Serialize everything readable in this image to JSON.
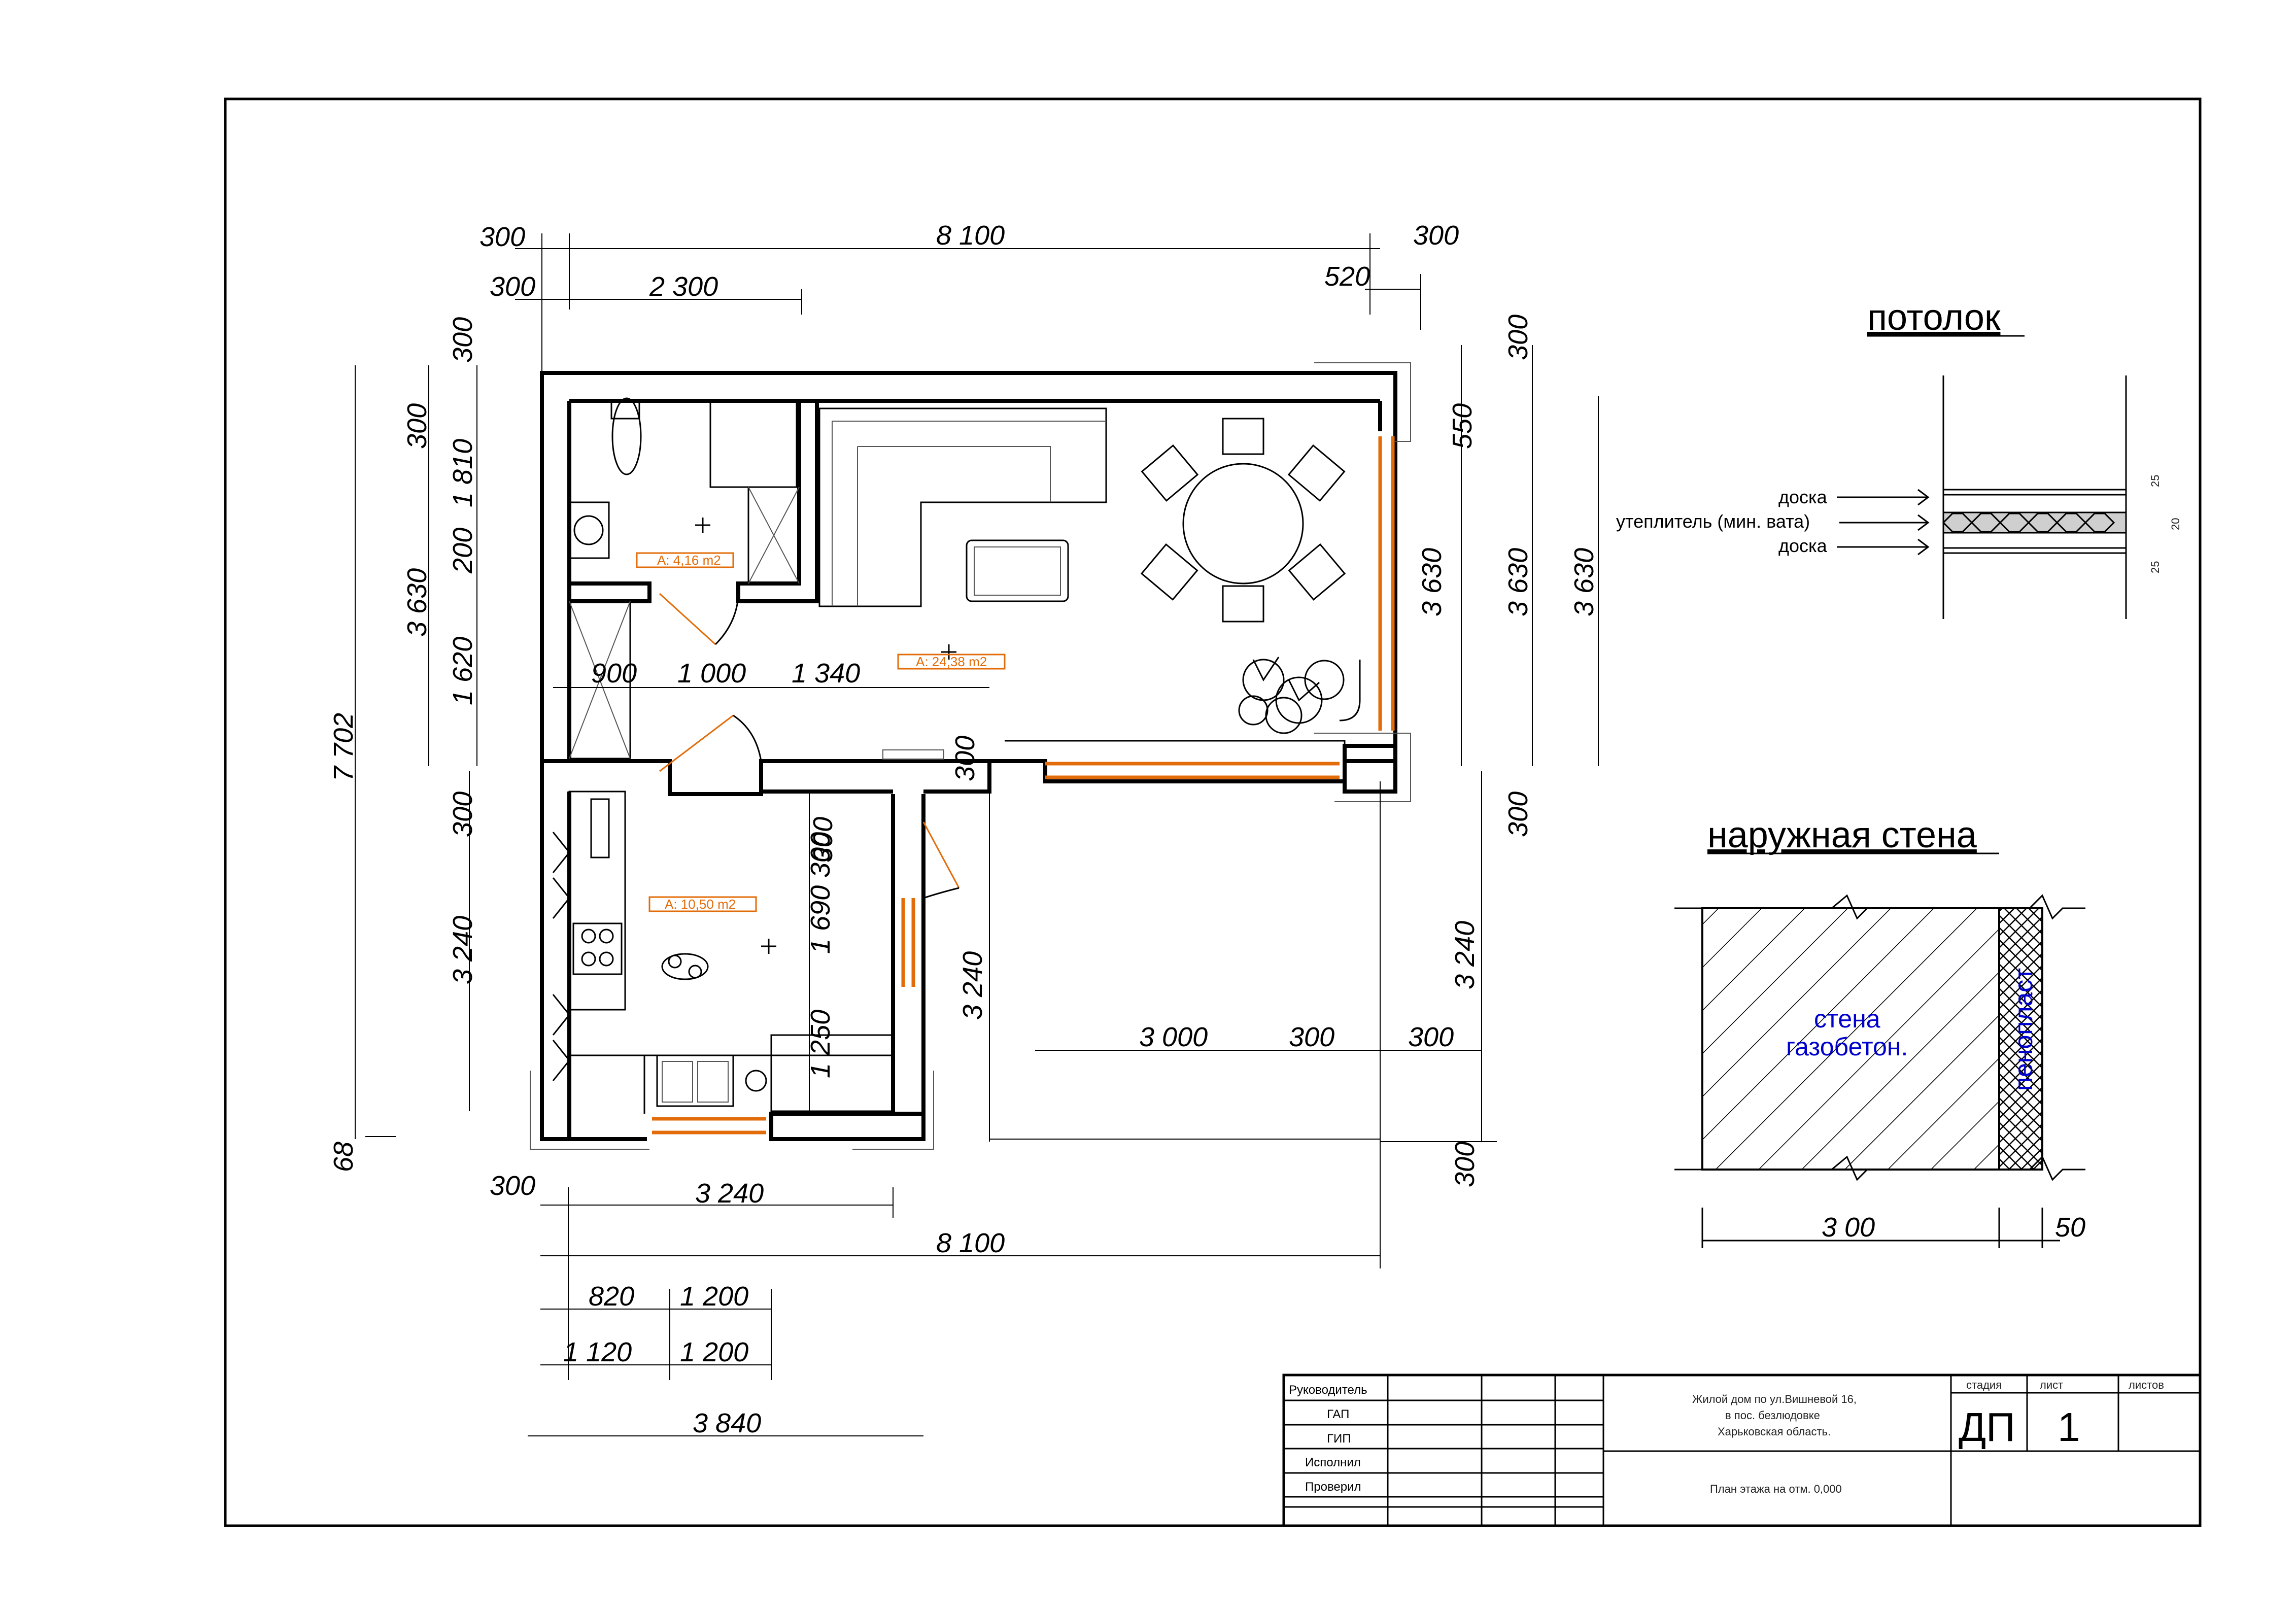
{
  "plan": {
    "dims_top": [
      "300",
      "8 100",
      "300",
      "300",
      "2 300",
      "520"
    ],
    "dims_left": [
      "300",
      "300",
      "1 810",
      "200",
      "3 630",
      "1 620",
      "7 702",
      "300",
      "300",
      "3 240",
      "68"
    ],
    "dims_inner": [
      "900",
      "1 000",
      "1 340",
      "300",
      "300",
      "1 690",
      "1 250",
      "3 240"
    ],
    "dims_right": [
      "300",
      "550",
      "3 630",
      "3 630",
      "3 630",
      "300",
      "3 240",
      "300"
    ],
    "dims_bottom": [
      "3 000",
      "300",
      "300",
      "300",
      "3 240",
      "8 100",
      "820",
      "1 200",
      "1 120",
      "1 200",
      "3 840"
    ],
    "areas": [
      "A: 4,16 m2",
      "A: 24,38 m2",
      "A: 10,50 m2"
    ]
  },
  "ceiling": {
    "title": "потолок",
    "layers": [
      "доска",
      "утеплитель (мин. вата)",
      "доска"
    ],
    "thickness": [
      "25",
      "20",
      "25"
    ]
  },
  "outer_wall": {
    "title": "наружная стена",
    "wall_label_1": "стена",
    "wall_label_2": "газобетон.",
    "insulation_label": "пенопласт",
    "dim_wall": "3 00",
    "dim_insulation": "50"
  },
  "title_block": {
    "roles": [
      "Руководитель",
      "ГАП",
      "ГИП",
      "Исполнил",
      "Проверил"
    ],
    "project_line1": "Жилой дом по ул.Вишневой 16,",
    "project_line2": "в пос. безлюдовке",
    "project_line3": "Харьковская область.",
    "sheet_title": "План этажа на отм. 0,000",
    "stage_header": "стадия",
    "sheet_header": "лист",
    "sheets_header": "листов",
    "stage": "ДП",
    "sheet": "1"
  }
}
